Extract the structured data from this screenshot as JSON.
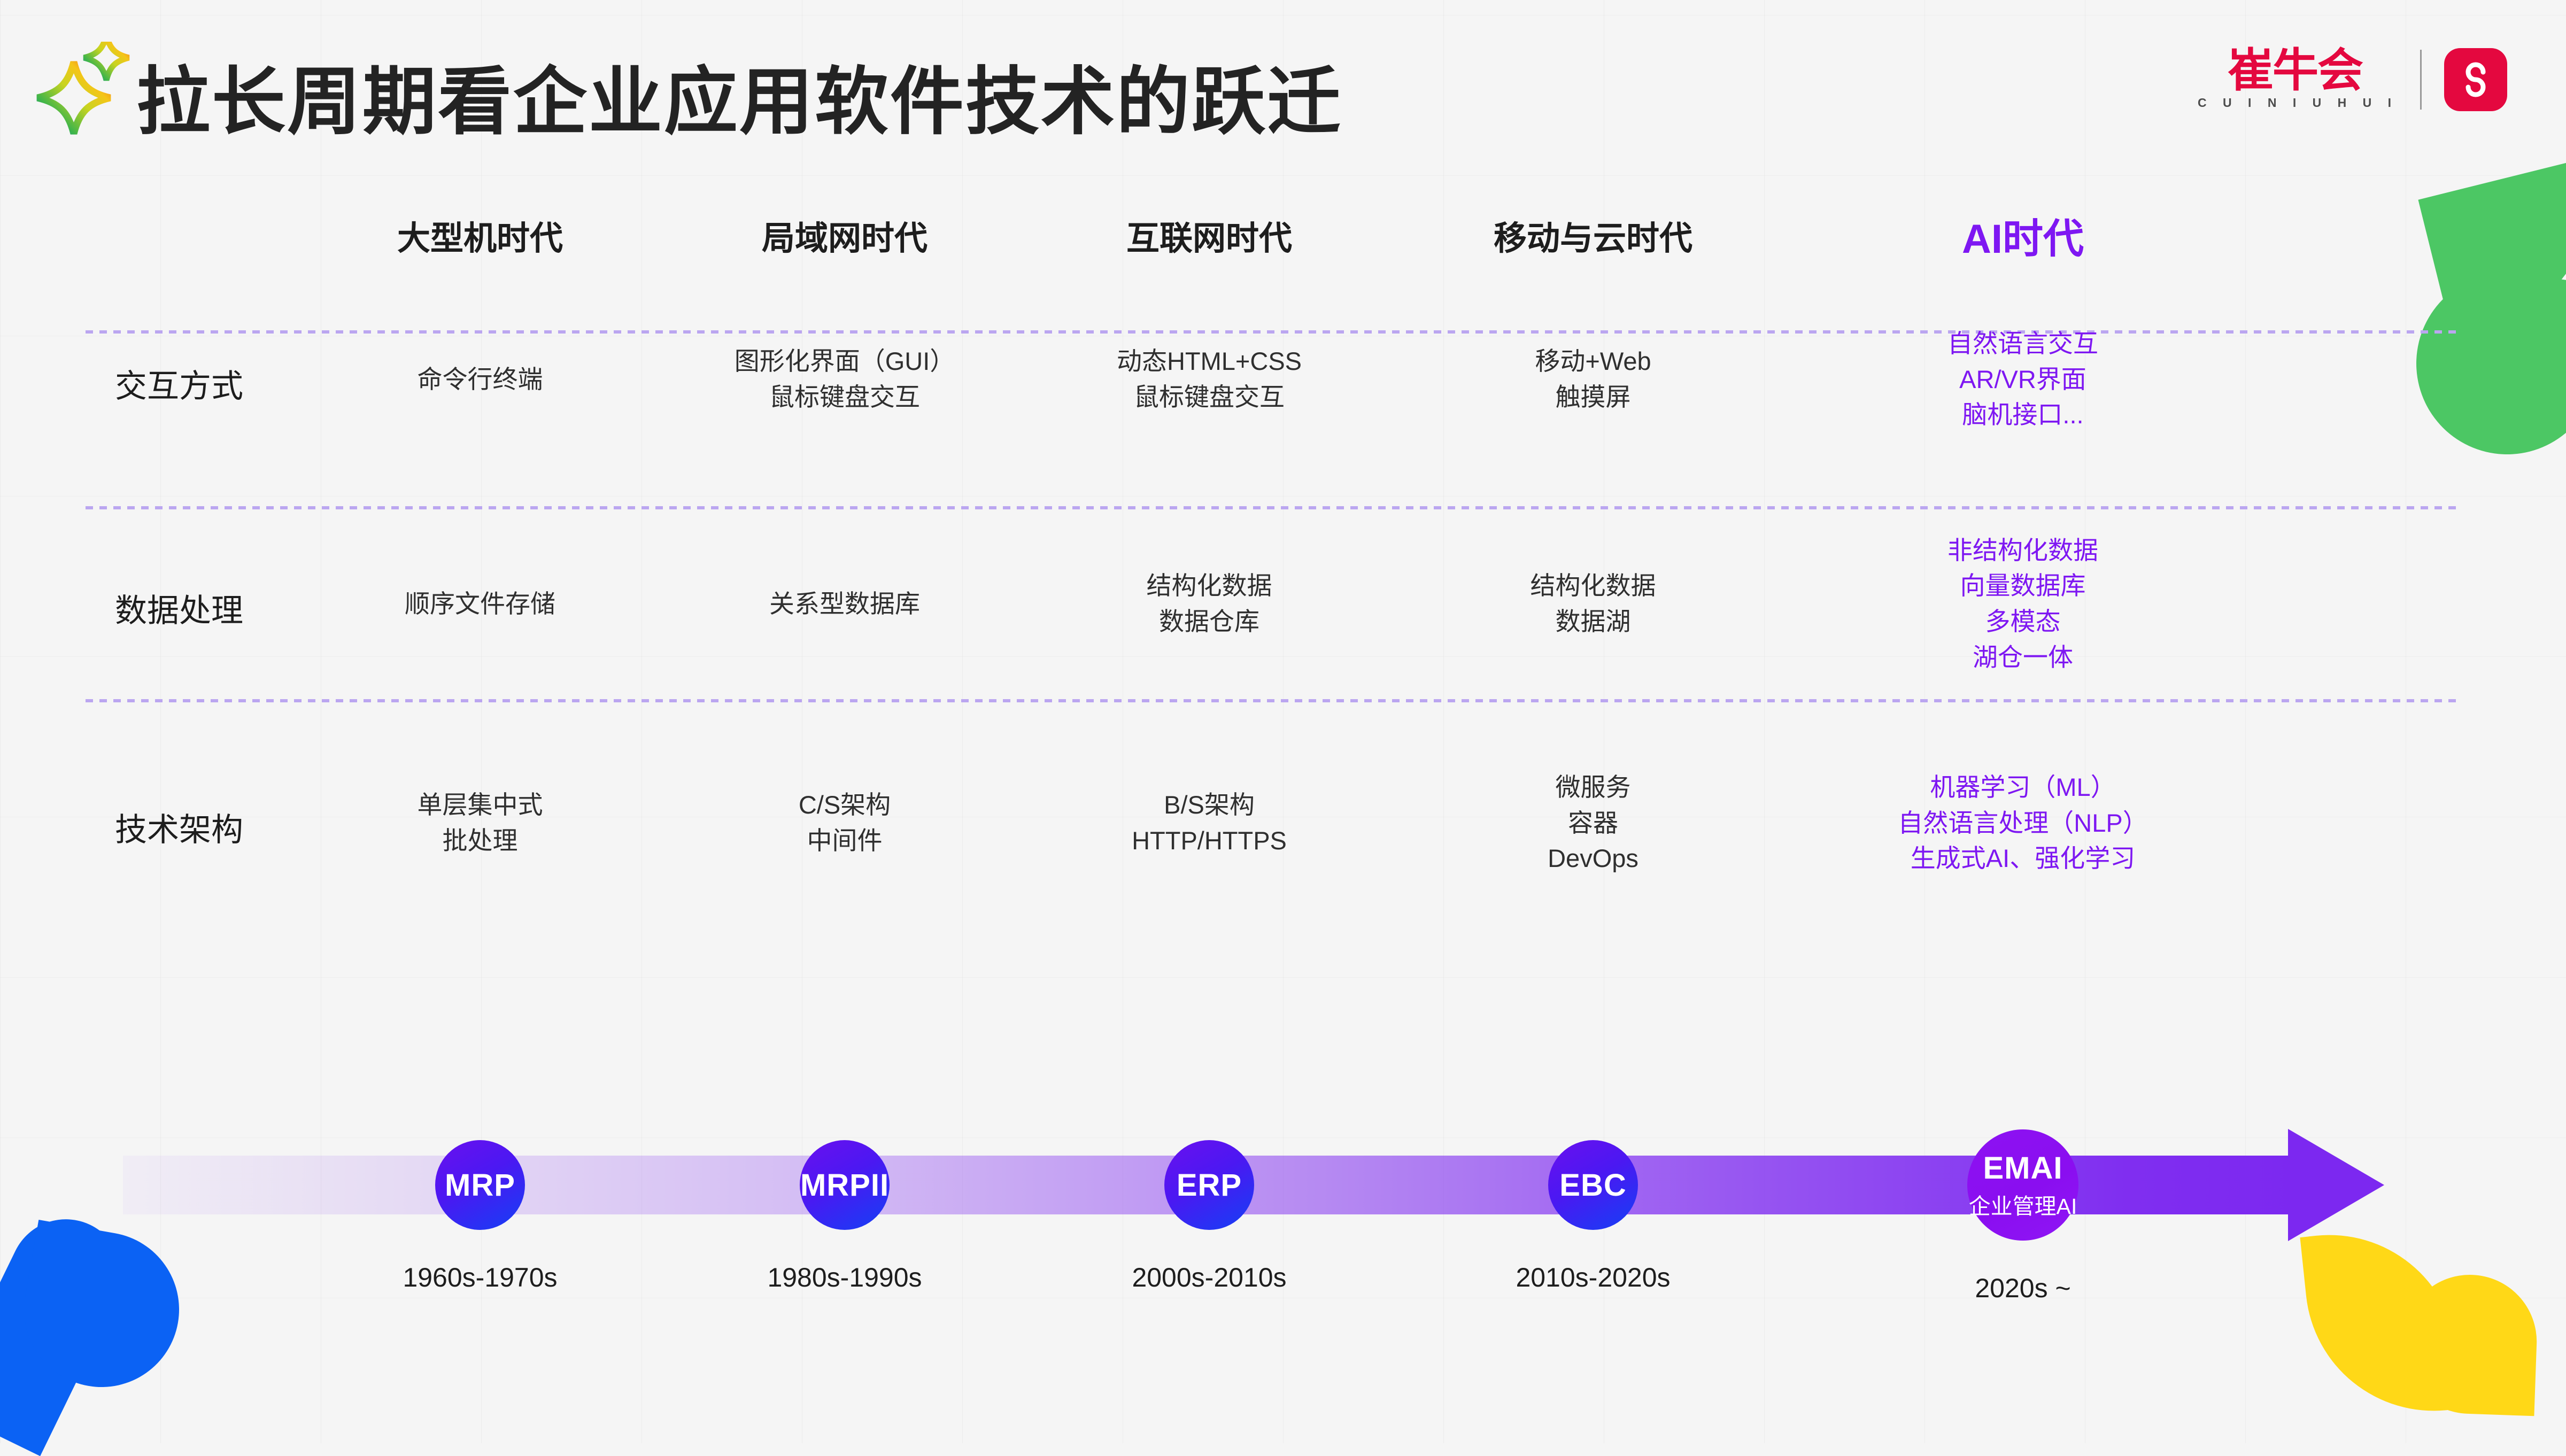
{
  "header": {
    "title": "拉长周期看企业应用软件技术的跃迁",
    "sparkle_icon": "sparkle-icon",
    "brand": {
      "name_cn": "崔牛会",
      "name_en": "C U I N I U H U I",
      "badge_icon": "s-logo-icon"
    }
  },
  "accent_colors": {
    "ai_purple": "#7e17f2",
    "brand_red": "#e4083f",
    "timeline_purple": "#7c28f0",
    "node_blue": "#1839f0",
    "divider_purple": "#bba6f0",
    "deco_green": "#4cc764",
    "deco_blue": "#0b62f4",
    "deco_yellow": "#ffd817"
  },
  "matrix": {
    "columns": [
      {
        "label": "大型机时代",
        "highlight": false
      },
      {
        "label": "局域网时代",
        "highlight": false
      },
      {
        "label": "互联网时代",
        "highlight": false
      },
      {
        "label": "移动与云时代",
        "highlight": false
      },
      {
        "label": "AI时代",
        "highlight": true
      }
    ],
    "rows": [
      {
        "label": "交互方式",
        "cells": [
          [
            "命令行终端"
          ],
          [
            "图形化界面（GUI）",
            "鼠标键盘交互"
          ],
          [
            "动态HTML+CSS",
            "鼠标键盘交互"
          ],
          [
            "移动+Web",
            "触摸屏"
          ],
          [
            "自然语言交互",
            "AR/VR界面",
            "脑机接口..."
          ]
        ]
      },
      {
        "label": "数据处理",
        "cells": [
          [
            "顺序文件存储"
          ],
          [
            "关系型数据库"
          ],
          [
            "结构化数据",
            "数据仓库"
          ],
          [
            "结构化数据",
            "数据湖"
          ],
          [
            "非结构化数据",
            "向量数据库",
            "多模态",
            "湖仓一体"
          ]
        ]
      },
      {
        "label": "技术架构",
        "cells": [
          [
            "单层集中式",
            "批处理"
          ],
          [
            "C/S架构",
            "中间件"
          ],
          [
            "B/S架构",
            "HTTP/HTTPS"
          ],
          [
            "微服务",
            "容器",
            "DevOps"
          ],
          [
            "机器学习（ML）",
            "自然语言处理（NLP）",
            "生成式AI、强化学习"
          ]
        ]
      }
    ]
  },
  "timeline": {
    "nodes": [
      {
        "label": "MRP",
        "sub": "",
        "year": "1960s-1970s"
      },
      {
        "label": "MRPII",
        "sub": "",
        "year": "1980s-1990s"
      },
      {
        "label": "ERP",
        "sub": "",
        "year": "2000s-2010s"
      },
      {
        "label": "EBC",
        "sub": "",
        "year": "2010s-2020s"
      },
      {
        "label": "EMAI",
        "sub": "企业管理AI",
        "year": "2020s ~"
      }
    ]
  }
}
